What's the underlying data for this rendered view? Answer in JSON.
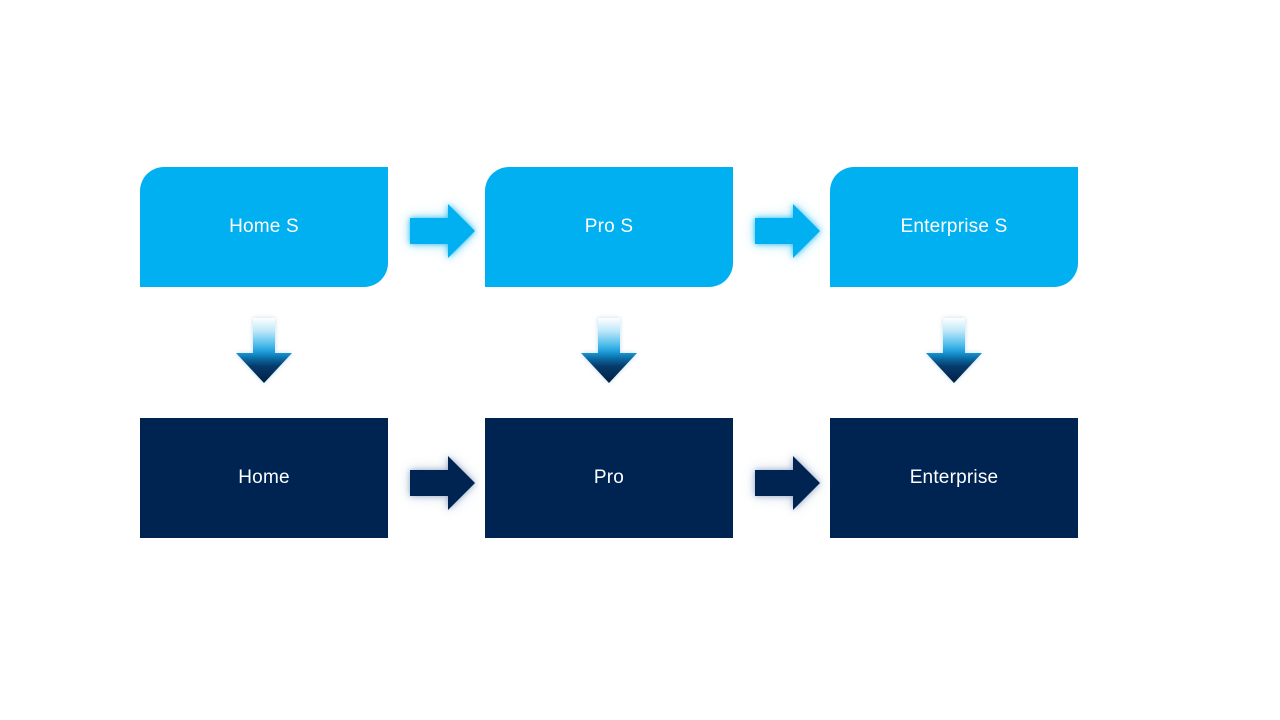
{
  "diagram": {
    "type": "flow-diagram",
    "background": "#FFFFFF",
    "colors": {
      "top_node_fill": "#00B0F0",
      "bottom_node_fill": "#002452",
      "label_text": "#FFFFFF",
      "down_arrow_gradient_top": "#FFFFFF",
      "down_arrow_gradient_bottom": "#001F44"
    },
    "top_row": [
      {
        "label": "Home S"
      },
      {
        "label": "Pro S"
      },
      {
        "label": "Enterprise S"
      }
    ],
    "bottom_row": [
      {
        "label": "Home"
      },
      {
        "label": "Pro"
      },
      {
        "label": "Enterprise"
      }
    ],
    "connections": {
      "horizontal_top": [
        "Home S → Pro S",
        "Pro S → Enterprise S"
      ],
      "horizontal_bottom": [
        "Home → Pro",
        "Pro → Enterprise"
      ],
      "vertical": [
        "Home S → Home",
        "Pro S → Pro",
        "Enterprise S → Enterprise"
      ]
    }
  }
}
